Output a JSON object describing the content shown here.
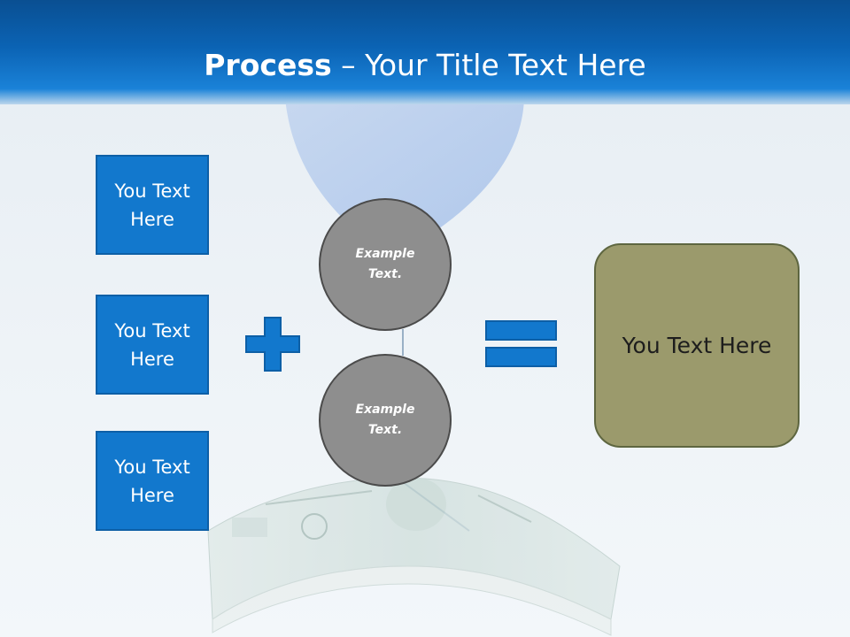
{
  "title": {
    "bold_part": "Process",
    "separator": " – ",
    "rest": "Your Title Text Here"
  },
  "left_boxes": [
    {
      "label": "You Text Here"
    },
    {
      "label": "You Text Here"
    },
    {
      "label": "You Text Here"
    }
  ],
  "circles": [
    {
      "label": "Example Text."
    },
    {
      "label": "Example Text."
    }
  ],
  "operators": {
    "plus": "plus-icon",
    "equals": "equals-icon"
  },
  "result": {
    "label": "You Text Here"
  },
  "colors": {
    "header_blue": "#0b63b4",
    "box_blue": "#1278cd",
    "circle_gray": "#8e8e8e",
    "result_olive": "#9b9a6c"
  }
}
